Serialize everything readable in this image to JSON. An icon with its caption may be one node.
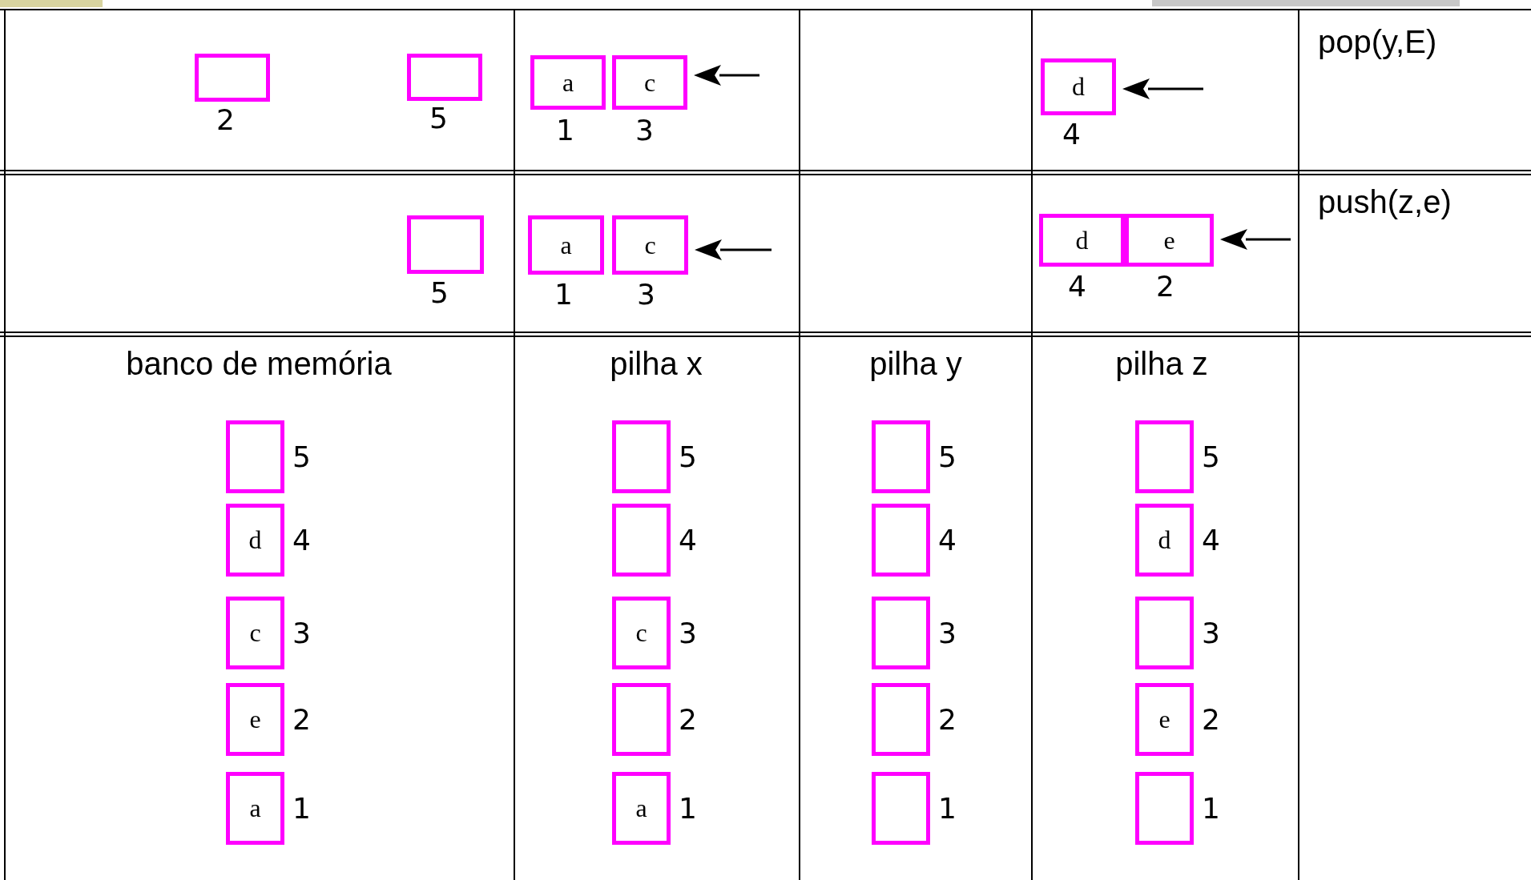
{
  "diagram": {
    "nodes": [
      {
        "text": [],
        "shape": "box",
        "beside": [
          "2"
        ]
      },
      {
        "text": [],
        "shape": "box",
        "beside": [
          "5"
        ]
      },
      {
        "text": [
          "a"
        ],
        "beside": [
          "1"
        ]
      },
      {
        "text": [
          "c"
        ],
        "beside": [
          "3"
        ]
      },
      {
        "text": [
          "d"
        ],
        "beside": [
          "4"
        ]
      },
      {
        "text": [],
        "shape": "box",
        "beside": [
          "5"
        ]
      },
      {
        "text": [
          "a"
        ],
        "beside": [
          "1"
        ]
      },
      {
        "text": [
          "c"
        ],
        "beside": [
          "3"
        ]
      },
      {
        "text": [
          "d"
        ],
        "beside": [
          "4"
        ]
      },
      {
        "text": [
          "e"
        ],
        "beside": [
          "2"
        ]
      },
      {
        "text": [],
        "shape": "box",
        "beside": [
          "5"
        ]
      },
      {
        "text": [
          "d"
        ],
        "beside": [
          "4"
        ]
      },
      {
        "text": [
          "c"
        ],
        "beside": [
          "3"
        ]
      },
      {
        "text": [
          "e"
        ],
        "beside": [
          "2"
        ]
      },
      {
        "text": [
          "a"
        ],
        "beside": [
          "1"
        ]
      },
      {
        "text": [],
        "shape": "box",
        "beside": [
          "5"
        ]
      },
      {
        "text": [],
        "shape": "box",
        "beside": [
          "4"
        ]
      },
      {
        "text": [
          "c"
        ],
        "beside": [
          "3"
        ]
      },
      {
        "text": [],
        "shape": "box",
        "beside": [
          "2"
        ]
      },
      {
        "text": [
          "a"
        ],
        "beside": [
          "1"
        ]
      },
      {
        "text": [],
        "shape": "box",
        "beside": [
          "5"
        ]
      },
      {
        "text": [],
        "shape": "box",
        "beside": [
          "4"
        ]
      },
      {
        "text": [],
        "shape": "box",
        "beside": [
          "3"
        ]
      },
      {
        "text": [],
        "shape": "box",
        "beside": [
          "2"
        ]
      },
      {
        "text": [],
        "shape": "box",
        "beside": [
          "1"
        ]
      },
      {
        "text": [],
        "shape": "box",
        "beside": [
          "5"
        ]
      },
      {
        "text": [
          "d"
        ],
        "beside": [
          "4"
        ]
      },
      {
        "text": [],
        "shape": "box",
        "beside": [
          "3"
        ]
      },
      {
        "text": [
          "e"
        ],
        "beside": [
          "2"
        ]
      },
      {
        "text": [],
        "shape": "box",
        "beside": [
          "1"
        ]
      }
    ],
    "edges": [
      {
        "from": null,
        "to": 3,
        "arrow": "to"
      },
      {
        "from": null,
        "to": 4,
        "arrow": "to"
      },
      {
        "from": null,
        "to": 7,
        "arrow": "to"
      },
      {
        "from": null,
        "to": 9,
        "arrow": "to"
      }
    ],
    "labels": [
      "pop(y,E)",
      "push(z,e)",
      "banco de memória",
      "pilha x",
      "pilha y",
      "pilha z"
    ]
  }
}
